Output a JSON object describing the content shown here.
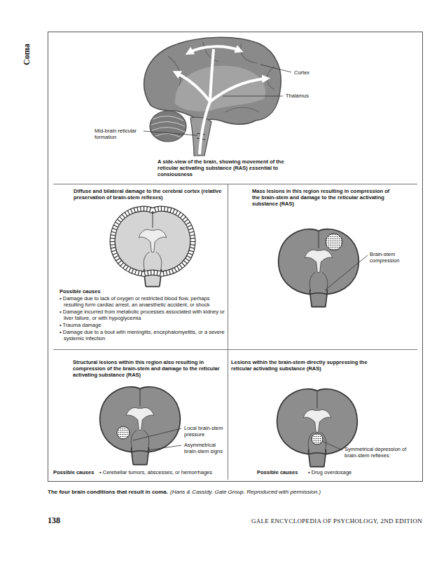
{
  "diagram": {
    "caption": "The four brain conditions that result in coma.",
    "nodes": [
      {
        "text": [
          "A side-view of the brain, showing movement of the reticular activating substance (RAS) essential to consiousness"
        ]
      },
      {
        "text": [
          "Diffuse and bilateral damage to the cerebral cortex (relative preservation of brain-stem reflexes)",
          "Possible causes",
          "• Damage due to lack of oxygen or restricted blood flow, perhaps resulting form cardiac arrest, an anaesthetic accident, or shock",
          "• Damage incurred from metabolic processes associated with kidney or liver failure, or with hypoglycemia",
          "• Trauma damage",
          "• Damage due to a bout with meningitis, encephalomyelitis, or a severe systemic infection"
        ]
      },
      {
        "text": [
          "Mass lesions in this region resulting in compression of the brain-stem and damage to the reticular activating substance (RAS)"
        ]
      },
      {
        "text": [
          "Structural lesions within this region also resulting in compression of the brain-stem and damage to the reticular activating substance (RAS)",
          "Possible causes",
          "• Cerebellar tumors, abscesses, or hemorrhages"
        ]
      },
      {
        "text": [
          "Lesions within the brain-stem directly suppressing the reticular activating substance (RAS)",
          "Possible causes",
          "• Drug overdosage"
        ]
      }
    ],
    "labels": [
      "Coma",
      "Cortex",
      "Thalamus",
      "Mid-brain reticular formation",
      "Brain-stem compression",
      "Local brain-stem pressure",
      "Asymmetrical brain-stem signs",
      "Symmetrical depression of brain-stem reflexes",
      "(Hans & Cassidy. Gale Group. Reproduced with permission.)",
      "138",
      "GALE ENCYCLOPEDIA OF PSYCHOLOGY, 2ND EDITION"
    ]
  }
}
